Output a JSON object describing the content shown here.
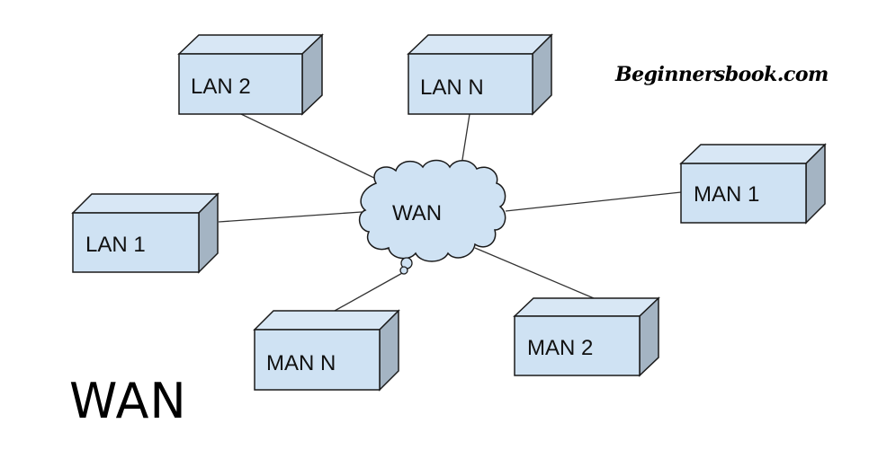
{
  "diagram": {
    "caption": "WAN",
    "watermark": "Beginnersbook.com",
    "center_node": {
      "id": "wan",
      "label": "WAN",
      "shape": "cloud"
    },
    "nodes": [
      {
        "id": "lan2",
        "label": "LAN 2",
        "shape": "3d-box"
      },
      {
        "id": "lann",
        "label": "LAN N",
        "shape": "3d-box"
      },
      {
        "id": "man1",
        "label": "MAN 1",
        "shape": "3d-box"
      },
      {
        "id": "lan1",
        "label": "LAN 1",
        "shape": "3d-box"
      },
      {
        "id": "mann",
        "label": "MAN N",
        "shape": "3d-box"
      },
      {
        "id": "man2",
        "label": "MAN 2",
        "shape": "3d-box"
      }
    ],
    "edges": [
      {
        "from": "wan",
        "to": "lan2"
      },
      {
        "from": "wan",
        "to": "lann"
      },
      {
        "from": "wan",
        "to": "man1"
      },
      {
        "from": "wan",
        "to": "lan1"
      },
      {
        "from": "wan",
        "to": "mann"
      },
      {
        "from": "wan",
        "to": "man2"
      }
    ],
    "colors": {
      "box_front": "#cfe2f3",
      "box_top": "#d8e7f5",
      "box_side": "#a4b4c3",
      "cloud_fill": "#cfe2f3",
      "stroke": "#1a1a1a",
      "line": "#333333"
    }
  }
}
